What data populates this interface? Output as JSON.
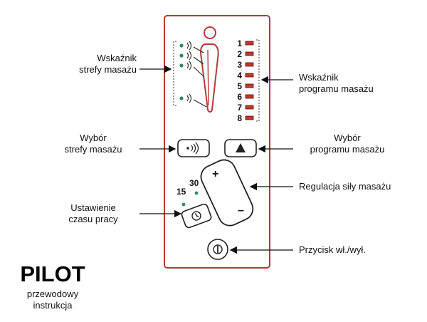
{
  "labels": {
    "zone_indicator": [
      "Wskaźnik",
      "strefy masażu"
    ],
    "program_indicator": [
      "Wskaźnik",
      "programu masażu"
    ],
    "zone_select": [
      "Wybór",
      "strefy masażu"
    ],
    "program_select": [
      "Wybór",
      "programu masażu"
    ],
    "intensity": "Regulacja siły masażu",
    "work_time": [
      "Ustawienie",
      "czasu pracy"
    ],
    "power": "Przycisk wł./wył."
  },
  "programs": [
    "1",
    "2",
    "3",
    "4",
    "5",
    "6",
    "7",
    "8"
  ],
  "timer_values": [
    "15",
    "30"
  ],
  "intensity_signs": {
    "plus": "+",
    "minus": "–"
  },
  "title": {
    "main": "PILOT",
    "line1": "przewodowy",
    "line2": "instrukcja"
  },
  "colors": {
    "frame": "#b23a3a",
    "led_red": "#c0392b",
    "led_green": "#2e8b57",
    "line": "#222222"
  },
  "icons": {
    "zone_button": "vibration-waves-icon",
    "program_button": "triangle-up-icon",
    "timer_button": "clock-icon",
    "power_button": "power-icon",
    "body": "human-silhouette-icon"
  }
}
